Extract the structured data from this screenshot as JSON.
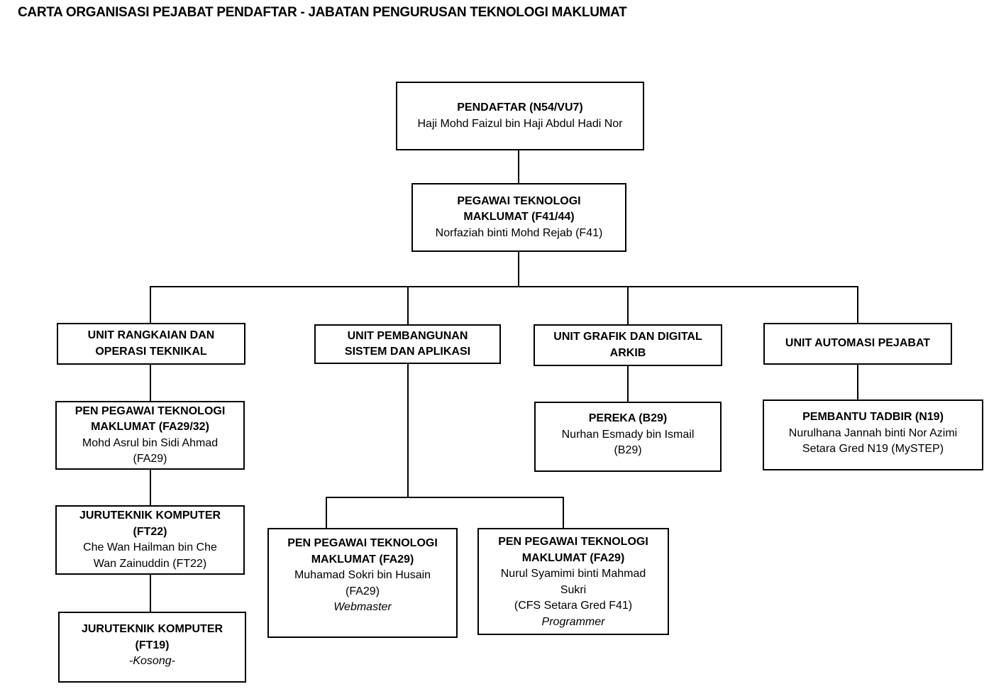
{
  "page": {
    "title": "CARTA ORGANISASI PEJABAT PENDAFTAR - JABATAN PENGURUSAN TEKNOLOGI MAKLUMAT"
  },
  "colors": {
    "background": "#ffffff",
    "text": "#000000",
    "box_border": "#000000",
    "box_background": "#ffffff",
    "connector_line": "#000000"
  },
  "org": {
    "nodes": {
      "pendaftar": {
        "lines": [
          "PENDAFTAR (N54/VU7)",
          "Haji Mohd Faizul bin Haji Abdul Hadi Nor"
        ]
      },
      "pegawai_ti": {
        "lines": [
          "PEGAWAI TEKNOLOGI",
          "MAKLUMAT (F41/44)",
          "Norfaziah binti Mohd Rejab (F41)"
        ]
      },
      "unit_rangkaian": {
        "lines": [
          "UNIT RANGKAIAN DAN",
          "OPERASI TEKNIKAL"
        ]
      },
      "unit_pembangunan": {
        "lines": [
          "UNIT PEMBANGUNAN",
          "SISTEM DAN APLIKASI"
        ]
      },
      "unit_grafik": {
        "lines": [
          "UNIT GRAFIK DAN DIGITAL",
          "ARKIB"
        ]
      },
      "unit_automasi": {
        "lines": [
          "UNIT AUTOMASI PEJABAT"
        ]
      },
      "pen_pegawai_fa29_32": {
        "lines": [
          "PEN PEGAWAI TEKNOLOGI",
          "MAKLUMAT (FA29/32)",
          "Mohd Asrul  bin Sidi Ahmad",
          "(FA29)"
        ]
      },
      "juruteknik_ft22": {
        "lines": [
          "JURUTEKNIK KOMPUTER",
          "(FT22)",
          "Che Wan Hailman bin Che",
          "Wan Zainuddin (FT22)"
        ]
      },
      "juruteknik_ft19": {
        "lines": [
          "JURUTEKNIK KOMPUTER",
          "(FT19)",
          "-Kosong-"
        ]
      },
      "pen_pegawai_webmaster": {
        "lines": [
          "PEN PEGAWAI TEKNOLOGI",
          "MAKLUMAT (FA29)",
          "Muhamad Sokri bin Husain",
          "(FA29)",
          "Webmaster"
        ]
      },
      "pen_pegawai_programmer": {
        "lines": [
          "PEN PEGAWAI TEKNOLOGI",
          "MAKLUMAT (FA29)",
          "Nurul Syamimi binti Mahmad",
          "Sukri",
          "(CFS Setara Gred F41)",
          "Programmer"
        ]
      },
      "pereka": {
        "lines": [
          "PEREKA (B29)",
          "Nurhan Esmady bin Ismail",
          "(B29)"
        ]
      },
      "pembantu_tadbir": {
        "lines": [
          "PEMBANTU TADBIR (N19)",
          "Nurulhana Jannah binti Nor Azimi",
          "Setara Gred N19 (MySTEP)"
        ]
      }
    },
    "edges": [
      {
        "from": "pendaftar",
        "to": "pegawai_ti"
      },
      {
        "from": "pegawai_ti",
        "to": "unit_rangkaian"
      },
      {
        "from": "pegawai_ti",
        "to": "unit_pembangunan"
      },
      {
        "from": "pegawai_ti",
        "to": "unit_grafik"
      },
      {
        "from": "pegawai_ti",
        "to": "unit_automasi"
      },
      {
        "from": "unit_rangkaian",
        "to": "pen_pegawai_fa29_32"
      },
      {
        "from": "pen_pegawai_fa29_32",
        "to": "juruteknik_ft22"
      },
      {
        "from": "juruteknik_ft22",
        "to": "juruteknik_ft19"
      },
      {
        "from": "unit_pembangunan",
        "to": "pen_pegawai_webmaster"
      },
      {
        "from": "unit_pembangunan",
        "to": "pen_pegawai_programmer"
      },
      {
        "from": "unit_grafik",
        "to": "pereka"
      },
      {
        "from": "unit_automasi",
        "to": "pembantu_tadbir"
      }
    ]
  }
}
